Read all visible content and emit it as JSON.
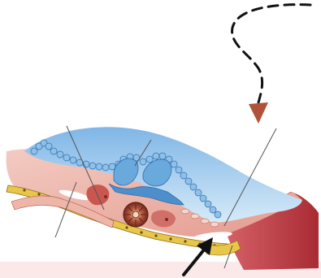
{
  "figure": {
    "kind": "embryo cross-section illustration",
    "labels": [],
    "colors": {
      "background": "#ffffff",
      "amnion_blue": "#7fb6e6",
      "amnion_light": "#cfe6f8",
      "neural_tube_cells": "#5e9fd6",
      "mesoderm_pink": "#e8a59a",
      "mesoderm_light": "#f3cbc2",
      "somite_red": "#c9574f",
      "notochord_brown": "#8a3b2c",
      "endoderm_yellow": "#e8c64a",
      "deep_tissue": "#b8343a",
      "arrow_brown": "#b0523a",
      "black": "#111111",
      "pointer_line": "#555555",
      "bottom_band": "#fbe9ea"
    },
    "arrows": [
      {
        "name": "dashed-curved-arrow",
        "style": "dashed",
        "color": "#b0523a"
      },
      {
        "name": "solid-arrow",
        "style": "solid",
        "color": "#111111"
      }
    ]
  }
}
